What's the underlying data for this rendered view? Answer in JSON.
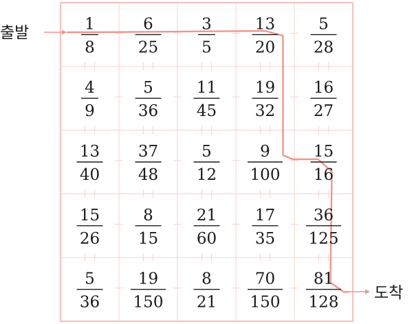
{
  "start_label": "출발",
  "end_label": "도착",
  "grid": [
    [
      {
        "n": "1",
        "d": "8"
      },
      {
        "n": "6",
        "d": "25"
      },
      {
        "n": "3",
        "d": "5"
      },
      {
        "n": "13",
        "d": "20"
      },
      {
        "n": "5",
        "d": "28"
      }
    ],
    [
      {
        "n": "4",
        "d": "9"
      },
      {
        "n": "5",
        "d": "36"
      },
      {
        "n": "11",
        "d": "45"
      },
      {
        "n": "19",
        "d": "32"
      },
      {
        "n": "16",
        "d": "27"
      }
    ],
    [
      {
        "n": "13",
        "d": "40"
      },
      {
        "n": "37",
        "d": "48"
      },
      {
        "n": "5",
        "d": "12"
      },
      {
        "n": "9",
        "d": "100"
      },
      {
        "n": "15",
        "d": "16"
      }
    ],
    [
      {
        "n": "15",
        "d": "26"
      },
      {
        "n": "8",
        "d": "15"
      },
      {
        "n": "21",
        "d": "60"
      },
      {
        "n": "17",
        "d": "35"
      },
      {
        "n": "36",
        "d": "125"
      }
    ],
    [
      {
        "n": "5",
        "d": "36"
      },
      {
        "n": "19",
        "d": "150"
      },
      {
        "n": "8",
        "d": "21"
      },
      {
        "n": "70",
        "d": "150"
      },
      {
        "n": "81",
        "d": "128"
      }
    ]
  ],
  "path_cells": [
    [
      0,
      0
    ],
    [
      0,
      1
    ],
    [
      0,
      2
    ],
    [
      0,
      3
    ],
    [
      1,
      3
    ],
    [
      2,
      3
    ],
    [
      2,
      4
    ],
    [
      3,
      4
    ],
    [
      4,
      4
    ]
  ],
  "colors": {
    "frame": "#f2c4bf",
    "grid": "#f6d8d4",
    "path": "#f0958e",
    "text": "#1a1a1a"
  }
}
